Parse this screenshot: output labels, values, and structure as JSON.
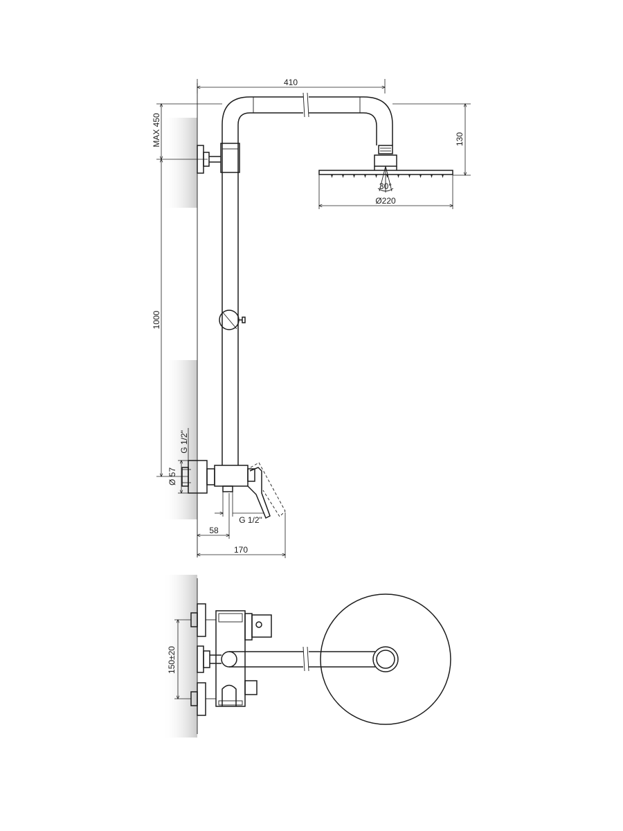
{
  "dimensions": {
    "arm_length": "410",
    "max_height": "MAX 450",
    "head_drop": "130",
    "spray_angle": "30°",
    "head_diameter": "Ø220",
    "rail_height": "1000",
    "inlet_thread_top": "G 1/2\"",
    "inlet_diameter": "Ø 57",
    "outlet_thread": "G 1/2\"",
    "offset_58": "58",
    "projection_170": "170",
    "spacing": "150±20"
  },
  "colors": {
    "line": "#1c1c1c",
    "wall_shadow": "#c4c4c4"
  }
}
